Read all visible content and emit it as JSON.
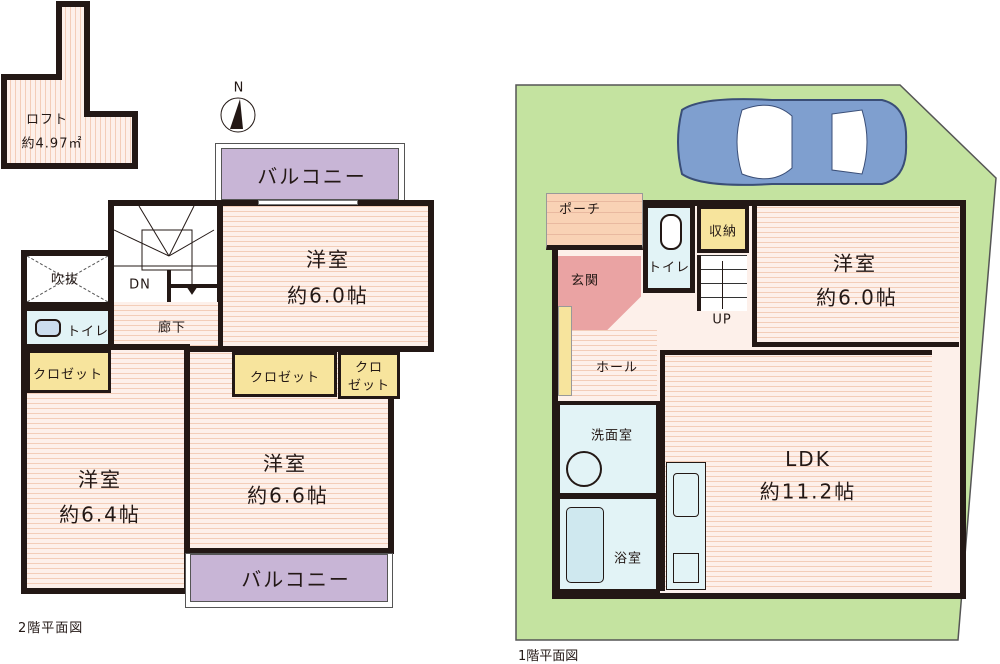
{
  "floor2": {
    "caption": "2階平面図",
    "loft": {
      "name": "ロフト",
      "area": "約4.97㎡"
    },
    "compass": "N",
    "balcony_top": "バルコニー",
    "balcony_bottom": "バルコニー",
    "rooms": [
      {
        "name": "洋室",
        "size": "約6.0帖"
      },
      {
        "name": "洋室",
        "size": "約6.4帖"
      },
      {
        "name": "洋室",
        "size": "約6.6帖"
      }
    ],
    "void": "吹抜",
    "toilet": "トイレ",
    "corridor": "廊下",
    "stairs": "DN",
    "closet_left": "クロゼット",
    "closet_mid": "クロゼット",
    "closet_right_1": "クロ",
    "closet_right_2": "ゼット"
  },
  "floor1": {
    "caption": "1階平面図",
    "porch": "ポーチ",
    "entrance": "玄関",
    "toilet": "トイレ",
    "storage": "収納",
    "stairs": "UP",
    "hall": "ホール",
    "washroom": "洗面室",
    "bath": "浴室",
    "room": {
      "name": "洋室",
      "size": "約6.0帖"
    },
    "ldk": {
      "name": "LDK",
      "size": "約11.2帖"
    }
  },
  "colors": {
    "lot": "#c4e3a0",
    "car": "#7f9fcf",
    "balcony": "#c8b5d6",
    "closet": "#f7e49d",
    "wet": "#e2f3f6",
    "entrance": "#eaa3a3",
    "porch": "#f9d2b5"
  }
}
